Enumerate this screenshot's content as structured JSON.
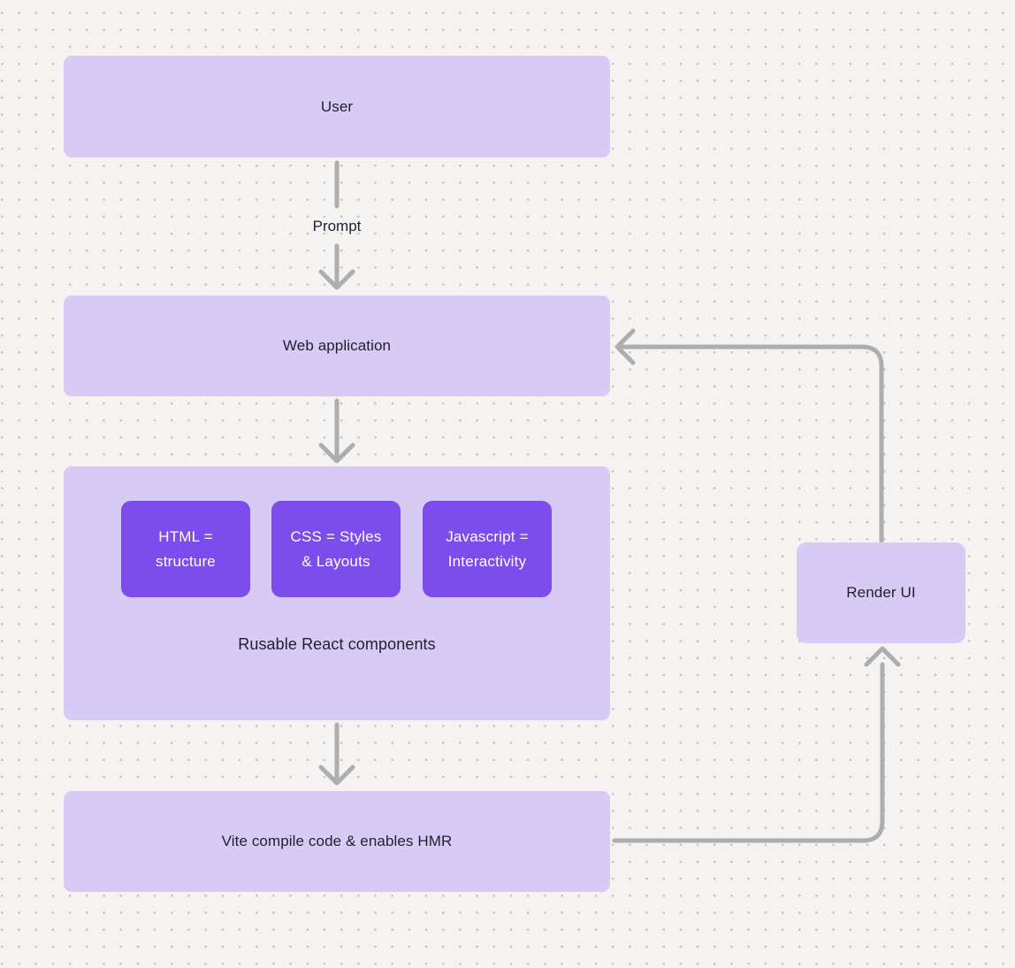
{
  "colors": {
    "background": "#f4f3f2",
    "grid_dot": "#c0bfbe",
    "node_fill": "#d7cbf5",
    "accent_fill": "#7c4dec",
    "accent_text": "#ffffff",
    "text": "#211e2e",
    "connector": "#adadad"
  },
  "diagram": {
    "nodes": {
      "user": {
        "label": "User"
      },
      "web_application": {
        "label": "Web application"
      },
      "components": {
        "items": [
          {
            "label": "HTML =\nstructure"
          },
          {
            "label": "CSS = Styles\n& Layouts"
          },
          {
            "label": "Javascript =\nInteractivity"
          }
        ],
        "caption": "Rusable React components"
      },
      "vite": {
        "label": "Vite compile code & enables HMR"
      },
      "render_ui": {
        "label": "Render UI"
      }
    },
    "edges": [
      {
        "from": "User",
        "to": "Web application",
        "label": "Prompt"
      },
      {
        "from": "Web application",
        "to": "React components",
        "label": ""
      },
      {
        "from": "React components",
        "to": "Vite",
        "label": ""
      },
      {
        "from": "Vite",
        "to": "Render UI",
        "label": ""
      },
      {
        "from": "Render UI",
        "to": "Web application",
        "label": ""
      }
    ]
  }
}
